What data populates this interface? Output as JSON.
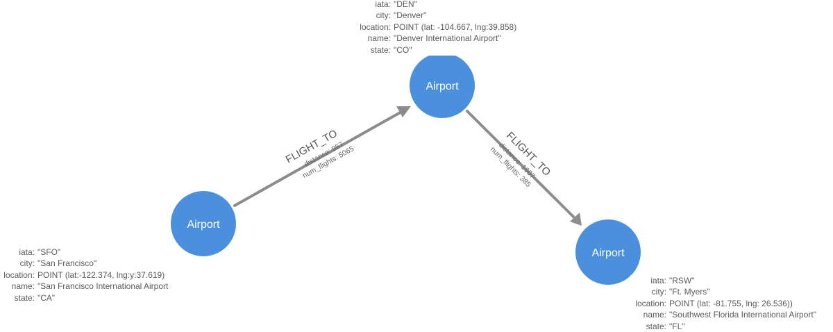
{
  "nodes": [
    {
      "id": "den",
      "label": "Airport",
      "properties": [
        {
          "key": "iata:",
          "value": "\"DEN\""
        },
        {
          "key": "city:",
          "value": "\"Denver\""
        },
        {
          "key": "location:",
          "value": "POINT (lat: -104.667, lng:39.858)"
        },
        {
          "key": "name:",
          "value": "\"Denver International Airport\""
        },
        {
          "key": "state:",
          "value": "\"CO\""
        }
      ]
    },
    {
      "id": "sfo",
      "label": "Airport",
      "properties": [
        {
          "key": "iata:",
          "value": "\"SFO\""
        },
        {
          "key": "city:",
          "value": "\"San Francisco\""
        },
        {
          "key": "location:",
          "value": "POINT (lat:-122.374, lng:y:37.619)"
        },
        {
          "key": "name:",
          "value": "\"San Francisco International Airport"
        },
        {
          "key": "state:",
          "value": "\"CA\""
        }
      ]
    },
    {
      "id": "rsw",
      "label": "Airport",
      "properties": [
        {
          "key": "iata:",
          "value": "\"RSW\""
        },
        {
          "key": "city:",
          "value": "\"Ft. Myers\""
        },
        {
          "key": "location:",
          "value": "POINT (lat: -81.755, lng: 26.536))"
        },
        {
          "key": "name:",
          "value": "\"Southwest Florida International Airport\""
        },
        {
          "key": "state:",
          "value": "\"FL\""
        }
      ]
    }
  ],
  "edges": [
    {
      "id": "sfo-den",
      "from": "sfo",
      "to": "den",
      "type": "FLIGHT_TO",
      "properties": [
        "distance: 967",
        "num_flights: 5065"
      ]
    },
    {
      "id": "den-rsw",
      "from": "den",
      "to": "rsw",
      "type": "FLIGHT_TO",
      "properties": [
        "distance: 1607",
        "num_flights: 385"
      ]
    }
  ],
  "colors": {
    "node_fill": "#4a90dd",
    "edge": "#8c8c8c"
  }
}
